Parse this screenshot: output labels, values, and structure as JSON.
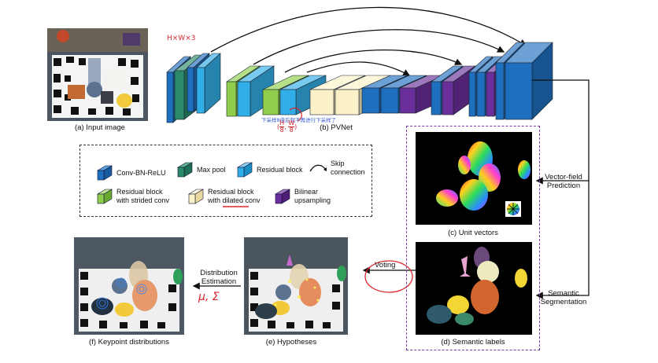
{
  "colors": {
    "conv": "#1f6fbf",
    "maxpool": "#2a8a6a",
    "residual": "#31aee8",
    "strided": "#8fce4a",
    "dilated": "#fbf1c8",
    "upsampling": "#6a2f9a",
    "dashed_purple": "#7b3aa8",
    "annotation_red": "#d8262c"
  },
  "network": {
    "input_caption": "(a) Input image",
    "pvnet_caption": "(b) PVNet",
    "handwritten_size": "H×W×3",
    "handwritten_fraction_num": "H",
    "handwritten_fraction_den": "8",
    "handwritten_fraction_num2": "W",
    "handwritten_fraction_den2": "8",
    "blue_note": "下采样8倍后就不再进行下采样了"
  },
  "legend": {
    "items": [
      {
        "label_line1": "Conv-BN-ReLU",
        "label_line2": "",
        "icon": "conv-block-icon"
      },
      {
        "label_line1": "Max pool",
        "label_line2": "",
        "icon": "maxpool-block-icon"
      },
      {
        "label_line1": "Residual block",
        "label_line2": "",
        "icon": "residual-block-icon"
      },
      {
        "label_line1": "Skip",
        "label_line2": "connection",
        "icon": "skip-arrow-icon"
      },
      {
        "label_line1": "Residual block",
        "label_line2": "with strided conv",
        "icon": "strided-block-icon"
      },
      {
        "label_line1": "Residual block",
        "label_line2_prefix": "with ",
        "label_line2_underlined": "dilated",
        "label_line2_suffix": " conv",
        "icon": "dilated-block-icon"
      },
      {
        "label_line1": "Bilinear",
        "label_line2": "upsampling",
        "icon": "upsampling-block-icon"
      }
    ]
  },
  "outputs": {
    "vector_field_line1": "Vector-field",
    "vector_field_line2": "Prediction",
    "semantic_line1": "Semantic",
    "semantic_line2": "Segmentation",
    "unit_vectors_caption": "(c) Unit vectors",
    "semantic_labels_caption": "(d) Semantic labels",
    "voting_label": "Voting",
    "hypotheses_caption": "(e) Hypotheses",
    "distribution_line1": "Distribution",
    "distribution_line2": "Estimation",
    "handwritten_mu_sigma": "μ, Σ",
    "keypoint_caption": "(f) Keypoint distributions"
  }
}
